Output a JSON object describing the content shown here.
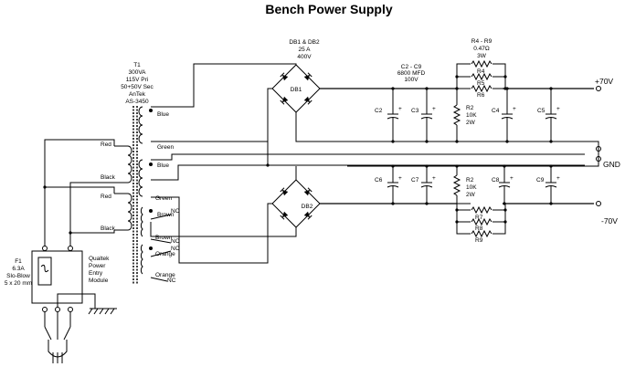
{
  "title": "Bench Power Supply",
  "transformer": {
    "ref": "T1",
    "specs": [
      "300VA",
      "115V Pri",
      "50+50V Sec",
      "AnTek",
      "AS-3450"
    ],
    "primary_leads": [
      "Red",
      "Black",
      "Red",
      "Black"
    ],
    "secondary_leads": [
      "Blue",
      "Green",
      "Blue",
      "Green",
      "Brown",
      "Brown",
      "Orange",
      "Orange"
    ],
    "nc": "NC"
  },
  "bridge": {
    "group_label": [
      "DB1 & DB2",
      "25 A",
      "400V"
    ],
    "top_ref": "DB1",
    "bottom_ref": "DB2"
  },
  "caps": {
    "group_label": [
      "C2 - C9",
      "6800 MFD",
      "100V"
    ],
    "top": [
      "C2",
      "C3",
      "C4",
      "C5"
    ],
    "bottom": [
      "C6",
      "C7",
      "C8",
      "C9"
    ],
    "plus": "+"
  },
  "resistors": {
    "group_label": [
      "R4 - R9",
      "0.47Ω",
      "3W"
    ],
    "top": [
      "R4",
      "R5",
      "R6"
    ],
    "bottom": [
      "R7",
      "R8",
      "R9"
    ],
    "bleeder_top": [
      "R2",
      "10K",
      "2W"
    ],
    "bleeder_bottom": [
      "R2",
      "10K",
      "2W"
    ]
  },
  "rails": {
    "positive": "+70V",
    "ground": "GND",
    "negative": "-70V"
  },
  "fuse": {
    "lines": [
      "F1",
      "6.3A",
      "Slo-Blow",
      "5 x 20 mm"
    ]
  },
  "module": {
    "lines": [
      "Qualtek",
      "Power",
      "Entry",
      "Module"
    ]
  }
}
